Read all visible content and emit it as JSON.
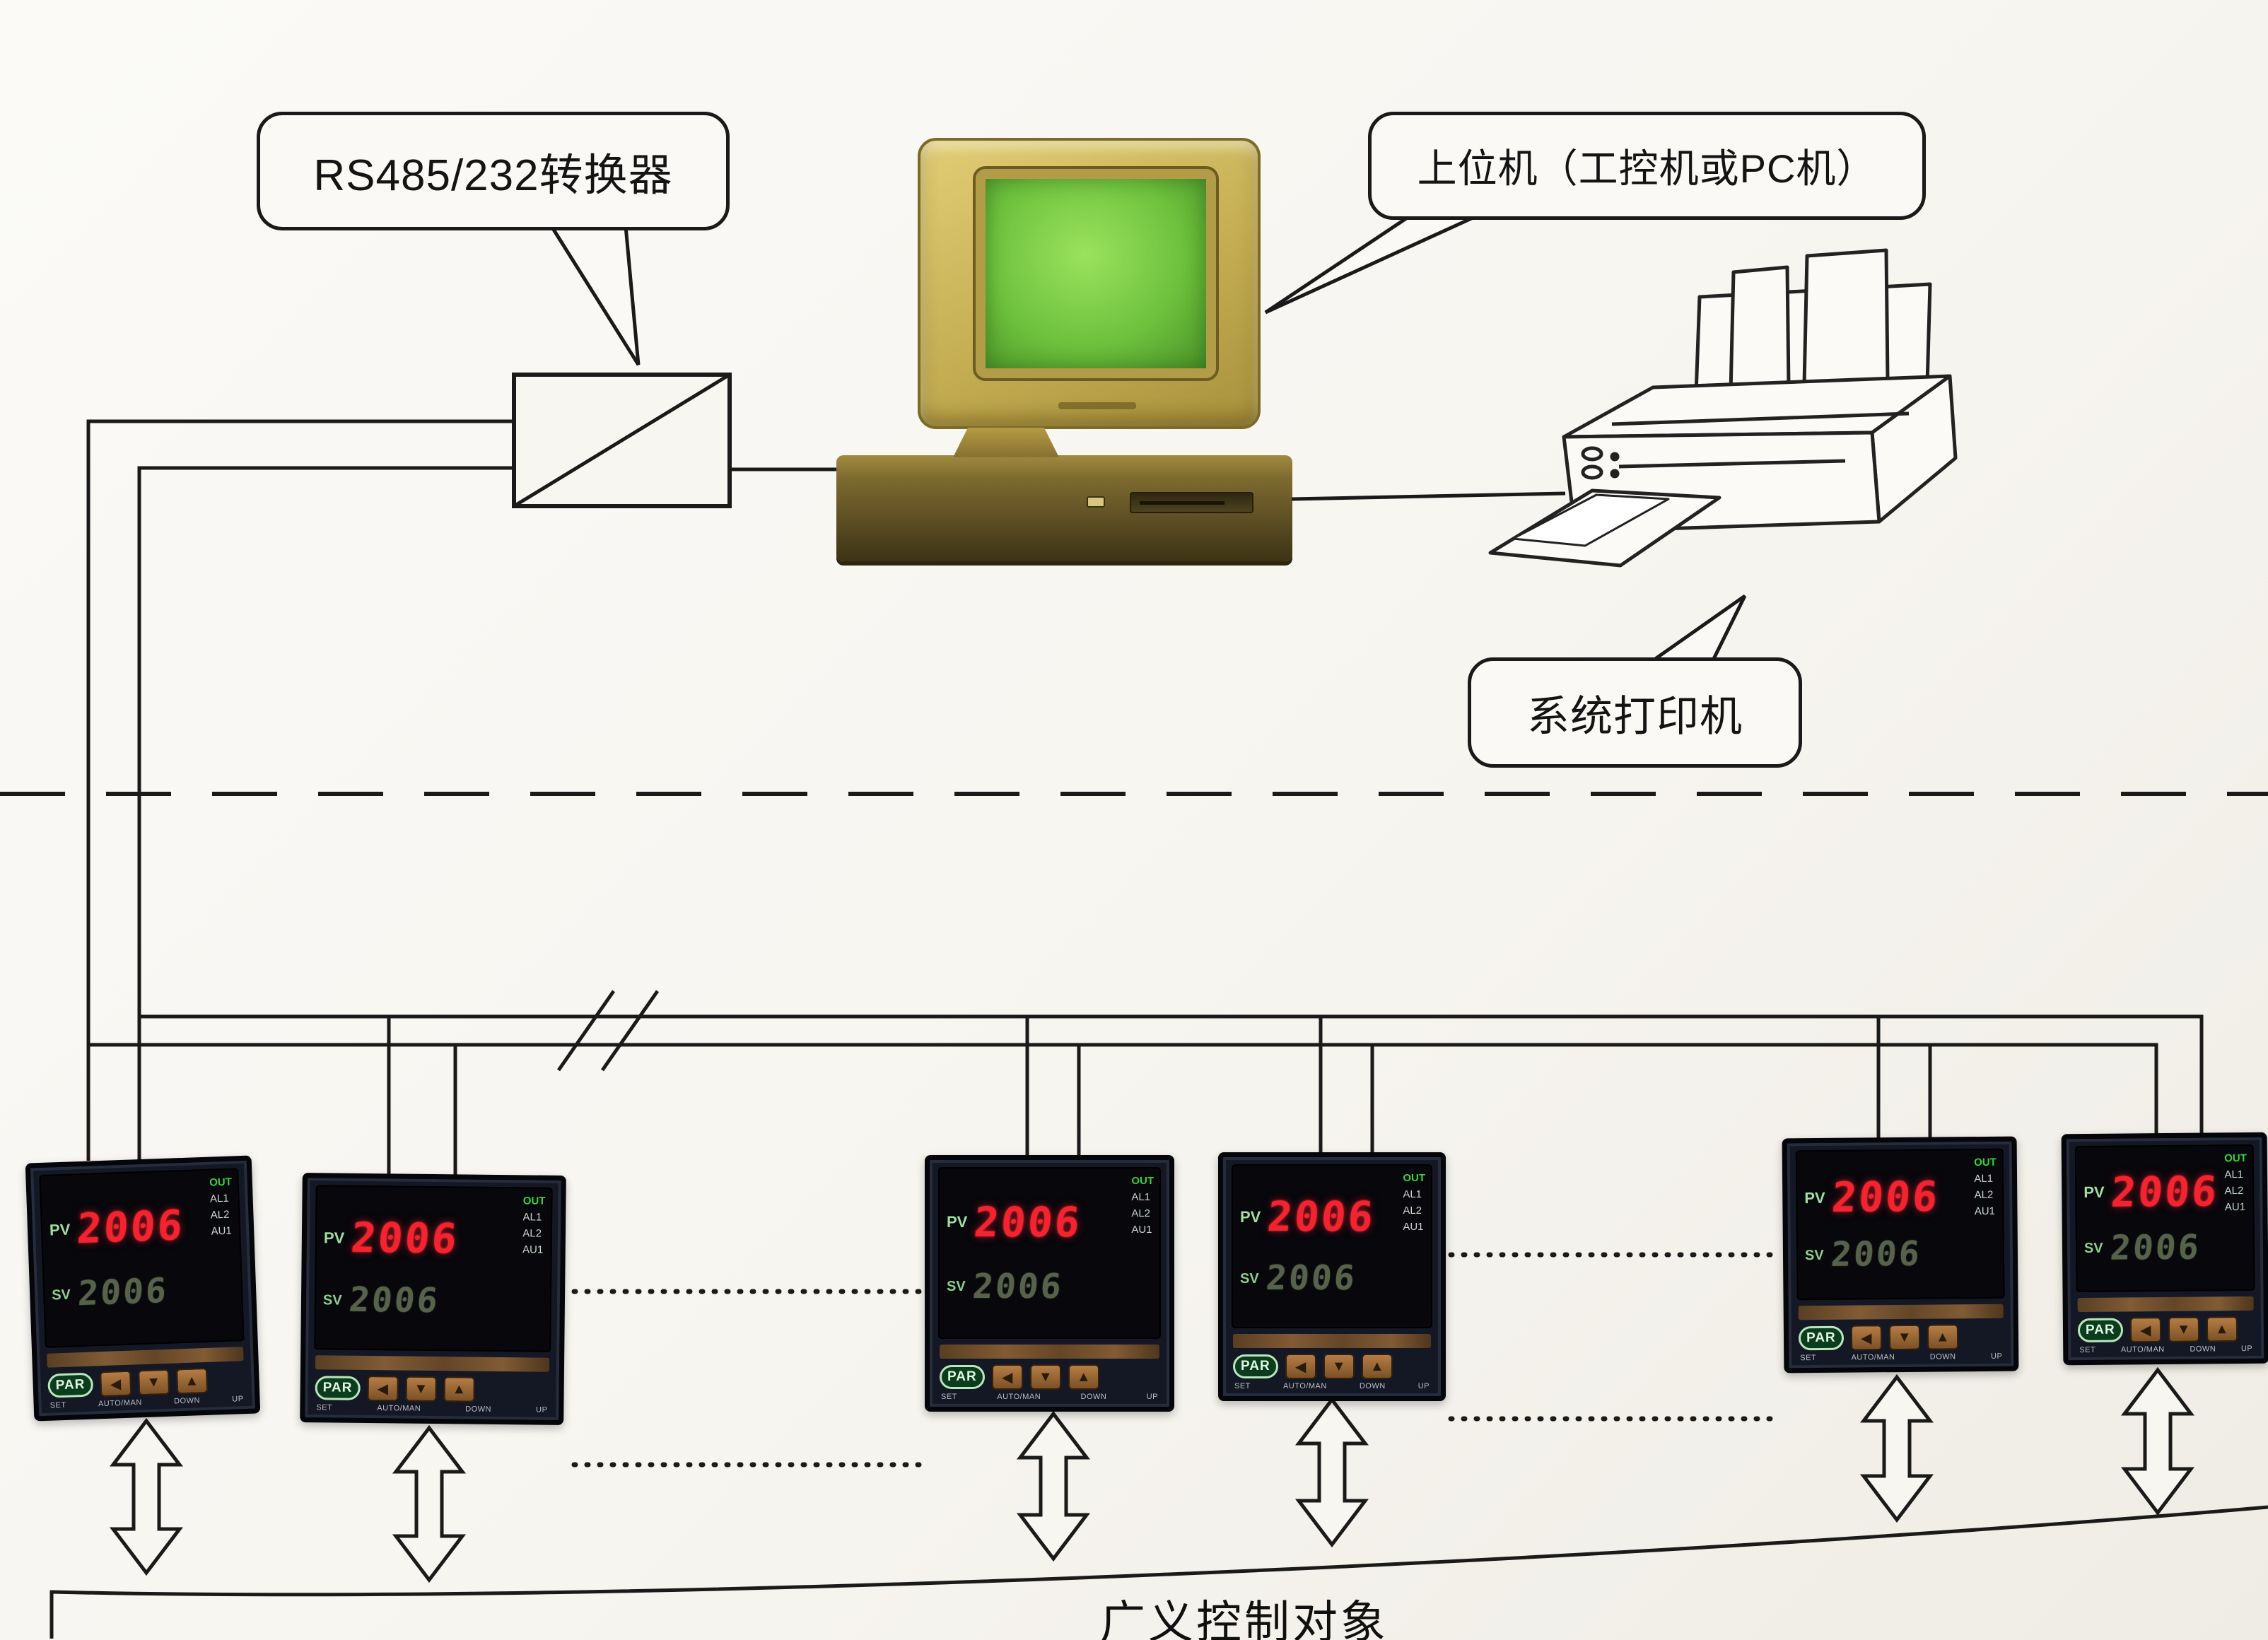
{
  "diagram": {
    "converter_bubble": "RS485/232转换器",
    "host_bubble": "上位机（工控机或PC机）",
    "printer_bubble": "系统打印机",
    "control_object_label": "广义控制对象"
  },
  "controller": {
    "count": 6,
    "pv_label": "PV",
    "pv_value": "2006",
    "sv_label": "SV",
    "sv_value": "2006",
    "indicators": [
      "OUT",
      "AL1",
      "AL2",
      "AU1"
    ],
    "par_button": "PAR",
    "shift_key": "◀",
    "down_key": "▼",
    "up_key": "▲",
    "key_labels": [
      "SET",
      "AUTO/MAN",
      "DOWN",
      "UP"
    ]
  },
  "colors": {
    "line_black": "#1a1a1a",
    "led_red": "#f32430",
    "sv_unlit": "#57624a",
    "indicator_green": "#35d43a",
    "panel_dark": "#141824",
    "monitor_beige": "#c9b35a",
    "crt_green": "#6fc23e",
    "paper_background": "#f7f5f0"
  }
}
